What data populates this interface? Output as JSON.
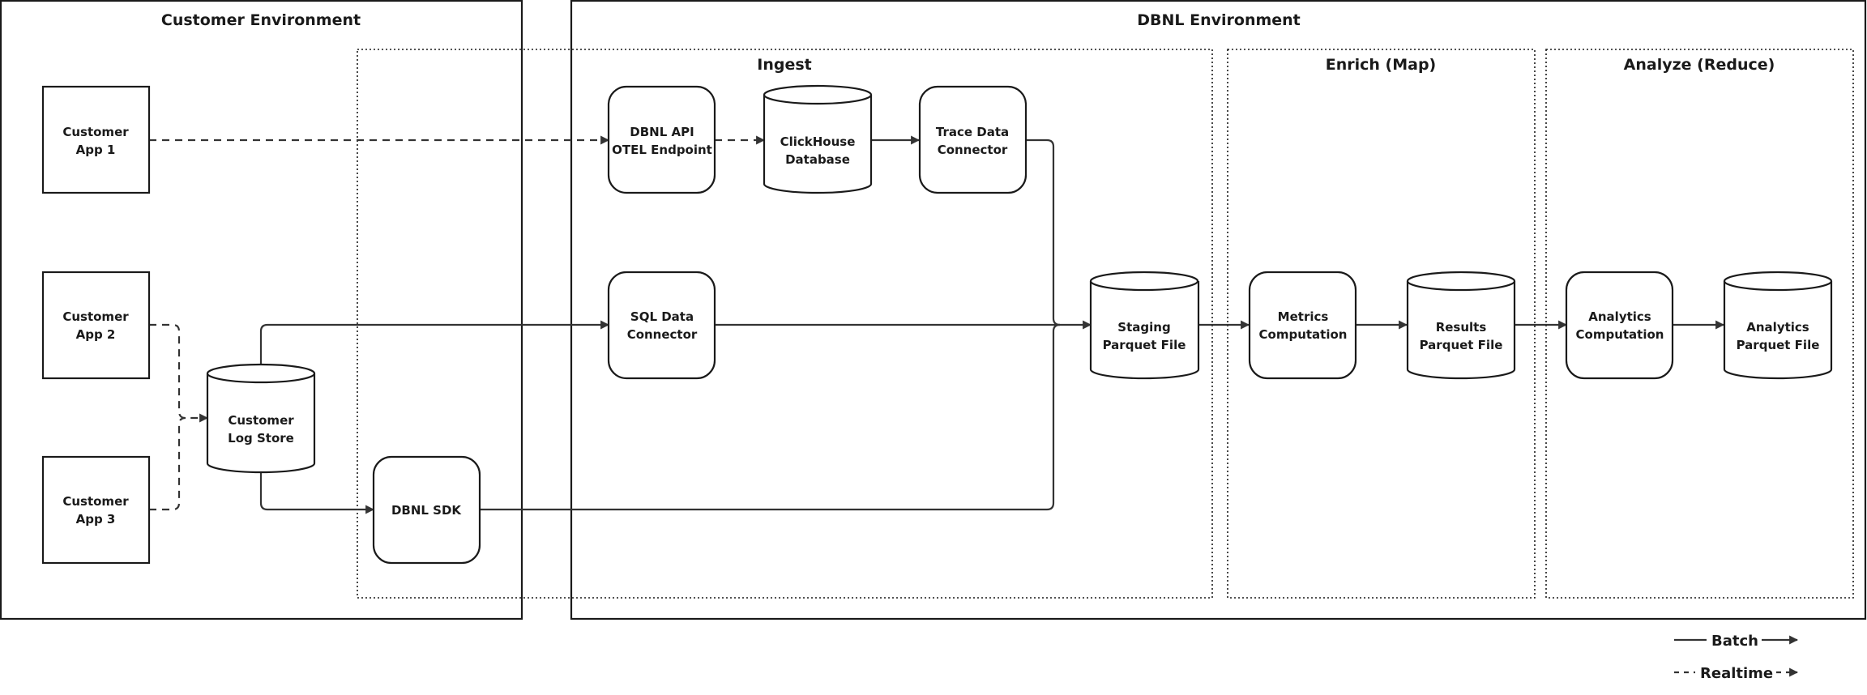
{
  "environments": {
    "customer": {
      "title": "Customer Environment"
    },
    "dbnl": {
      "title": "DBNL Environment"
    }
  },
  "stages": {
    "ingest": {
      "title": "Ingest"
    },
    "enrich": {
      "title": "Enrich (Map)"
    },
    "analyze": {
      "title": "Analyze (Reduce)"
    }
  },
  "nodes": {
    "customer_app_1": {
      "line1": "Customer",
      "line2": "App 1"
    },
    "customer_app_2": {
      "line1": "Customer",
      "line2": "App 2"
    },
    "customer_app_3": {
      "line1": "Customer",
      "line2": "App 3"
    },
    "customer_log_store": {
      "line1": "Customer",
      "line2": "Log Store"
    },
    "dbnl_sdk": {
      "line1": "DBNL SDK"
    },
    "dbnl_api": {
      "line1": "DBNL API",
      "line2": "OTEL Endpoint"
    },
    "clickhouse_db": {
      "line1": "ClickHouse",
      "line2": "Database"
    },
    "trace_connector": {
      "line1": "Trace Data",
      "line2": "Connector"
    },
    "sql_connector": {
      "line1": "SQL Data",
      "line2": "Connector"
    },
    "staging_parquet": {
      "line1": "Staging",
      "line2": "Parquet File"
    },
    "metrics_computation": {
      "line1": "Metrics",
      "line2": "Computation"
    },
    "results_parquet": {
      "line1": "Results",
      "line2": "Parquet File"
    },
    "analytics_computation": {
      "line1": "Analytics",
      "line2": "Computation"
    },
    "analytics_parquet": {
      "line1": "Analytics",
      "line2": "Parquet File"
    }
  },
  "legend": {
    "batch": "Batch",
    "realtime": "Realtime"
  },
  "colors": {
    "stroke": "#1a1a1a",
    "edge": "#333333",
    "background": "#ffffff"
  }
}
